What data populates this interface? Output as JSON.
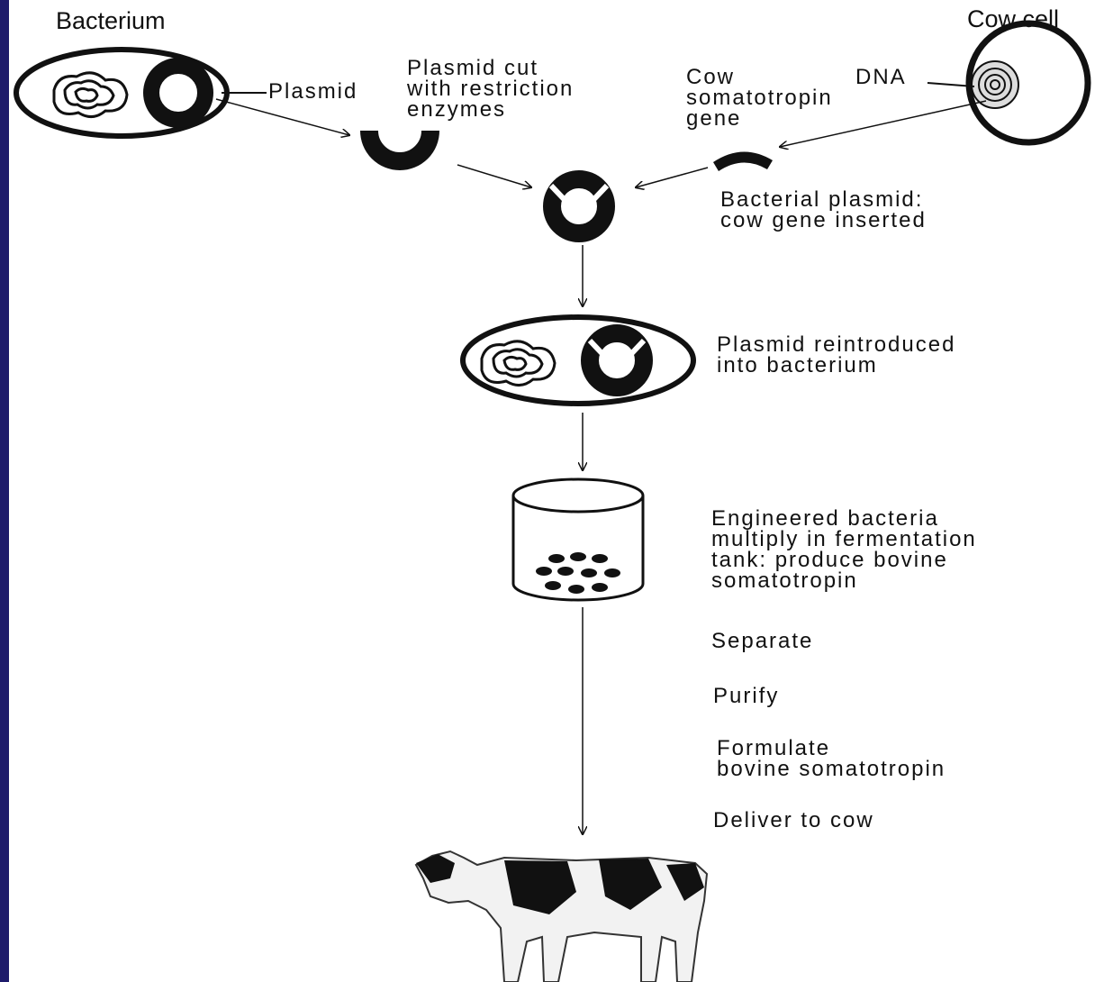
{
  "labels": {
    "bacterium": "Bacterium",
    "cow_cell": "Cow cell",
    "plasmid": "Plasmid",
    "plasmid_cut": "Plasmid cut\nwith restriction\nenzymes",
    "cow_gene": "Cow\nsomatotropin\ngene",
    "dna": "DNA",
    "bacterial_plasmid": "Bacterial plasmid:\ncow gene inserted",
    "reintroduced": "Plasmid reintroduced\ninto bacterium",
    "engineered": "Engineered bacteria\nmultiply in fermentation\ntank: produce bovine\nsomatotropin",
    "separate": "Separate",
    "purify": "Purify",
    "formulate": "Formulate\nbovine somatotropin",
    "deliver": "Deliver to cow"
  },
  "colors": {
    "background": "#1e1b6b",
    "panel": "#ffffff",
    "ink": "#111111"
  }
}
